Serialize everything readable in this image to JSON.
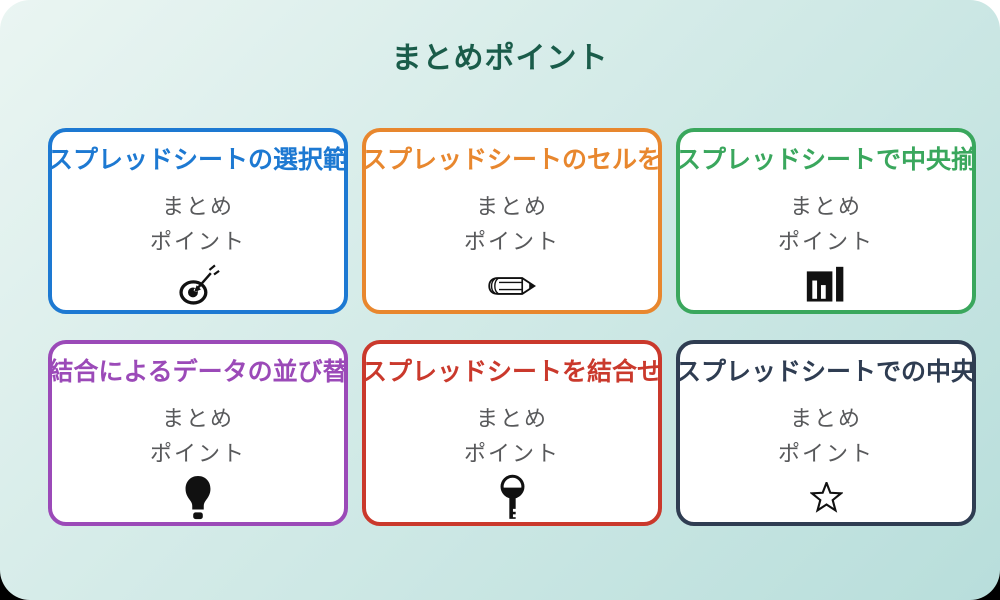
{
  "page_title": "まとめポイント",
  "colors": {
    "page_title": "#1a5c4a",
    "background_top": "#eaf5f2",
    "background_bottom": "#b8dedb",
    "card_background": "#ffffff",
    "body_text": "#58595b",
    "icon": "#111111"
  },
  "cards": [
    {
      "title": "スプレッドシートの選択範",
      "line1": "まとめ",
      "line2": "ポイント",
      "icon": "dart-target-icon",
      "color": "#1d79d2"
    },
    {
      "title": "スプレッドシートのセルを",
      "line1": "まとめ",
      "line2": "ポイント",
      "icon": "pencil-icon",
      "color": "#e8872e"
    },
    {
      "title": "スプレッドシートで中央揃",
      "line1": "まとめ",
      "line2": "ポイント",
      "icon": "bar-chart-icon",
      "color": "#3aa75d"
    },
    {
      "title": "結合によるデータの並び替",
      "line1": "まとめ",
      "line2": "ポイント",
      "icon": "lightbulb-icon",
      "color": "#9b4ab8"
    },
    {
      "title": "スプレッドシートを結合せ",
      "line1": "まとめ",
      "line2": "ポイント",
      "icon": "key-icon",
      "color": "#ca392c"
    },
    {
      "title": "スプレッドシートでの中央",
      "line1": "まとめ",
      "line2": "ポイント",
      "icon": "star-icon",
      "color": "#2f3d52"
    }
  ]
}
